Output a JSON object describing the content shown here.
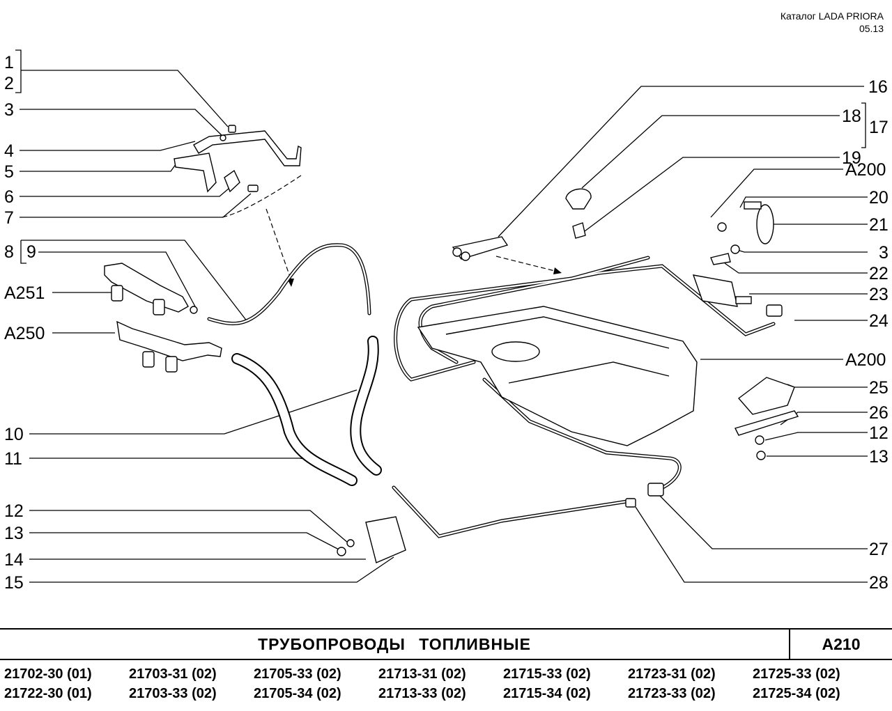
{
  "header": {
    "catalog": "Каталог  LADA  PRIORA",
    "date": "05.13"
  },
  "callouts_left": [
    "1",
    "2",
    "3",
    "4",
    "5",
    "6",
    "7",
    "8",
    "9",
    "A251",
    "A250",
    "10",
    "11",
    "12",
    "13",
    "14",
    "15"
  ],
  "callouts_right": [
    "16",
    "18",
    "17",
    "19",
    "A200",
    "20",
    "21",
    "3",
    "22",
    "23",
    "24",
    "A200",
    "25",
    "26",
    "12",
    "13",
    "27",
    "28"
  ],
  "title": "ТРУБОПРОВОДЫ   ТОПЛИВНЫЕ",
  "code": "A210",
  "models": [
    "21702-30 (01)",
    "21703-31 (02)",
    "21705-33 (02)",
    "21713-31 (02)",
    "21715-33 (02)",
    "21723-31 (02)",
    "21725-33 (02)",
    "21722-30 (01)",
    "21703-33 (02)",
    "21705-34 (02)",
    "21713-33 (02)",
    "21715-34 (02)",
    "21723-33 (02)",
    "21725-34 (02)"
  ]
}
